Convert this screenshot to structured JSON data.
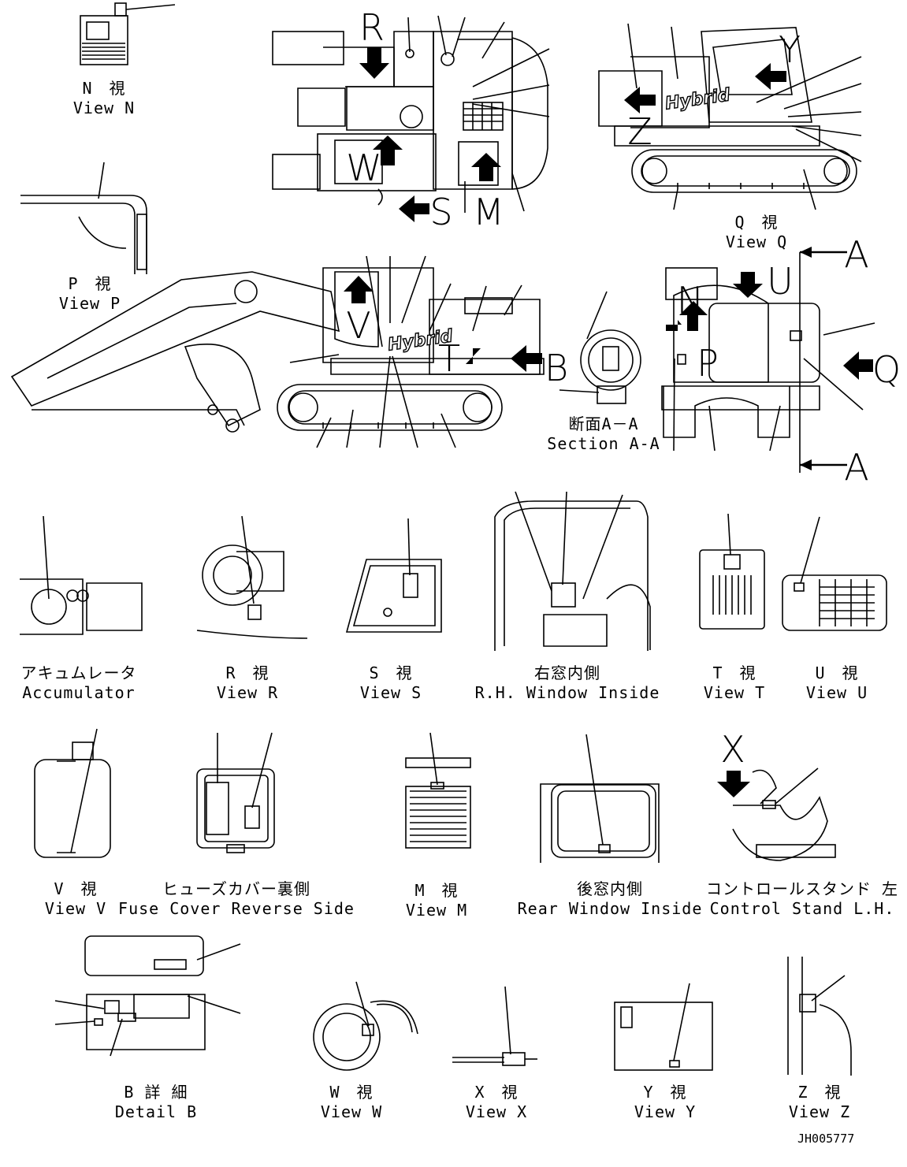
{
  "drawing": {
    "brand_text": "Hybrid",
    "doc_id": "JH005777"
  },
  "view_letters": {
    "R": "R",
    "S": "S",
    "M": "M",
    "W": "W",
    "Y": "Y",
    "Z": "Z",
    "V": "V",
    "T": "T",
    "B": "B",
    "N": "N",
    "P": "P",
    "U": "U",
    "Q": "Q",
    "A_top": "A",
    "A_bottom": "A",
    "X": "X"
  },
  "labels": {
    "view_n": {
      "jp": "N　視",
      "en": "View N"
    },
    "view_p": {
      "jp": "P　視",
      "en": "View P"
    },
    "view_q": {
      "jp": "Q　視",
      "en": "View Q"
    },
    "section_aa": {
      "jp": "断面A－A",
      "en": "Section A-A"
    },
    "accumulator": {
      "jp": "アキュムレータ",
      "en": "Accumulator"
    },
    "view_r": {
      "jp": "R　視",
      "en": "View R"
    },
    "view_s": {
      "jp": "S　視",
      "en": "View S"
    },
    "rh_window": {
      "jp": "右窓内側",
      "en": "R.H. Window Inside"
    },
    "view_t": {
      "jp": "T　視",
      "en": "View T"
    },
    "view_u": {
      "jp": "U　視",
      "en": "View U"
    },
    "view_v": {
      "jp": "V　視",
      "en": "View V"
    },
    "fuse_cover": {
      "jp": "ヒューズカバー裏側",
      "en": "Fuse Cover Reverse Side"
    },
    "view_m": {
      "jp": "M　視",
      "en": "View M"
    },
    "rear_window": {
      "jp": "後窓内側",
      "en": "Rear Window Inside"
    },
    "control_stand": {
      "jp": "コントロールスタンド 左",
      "en": "Control Stand L.H."
    },
    "detail_b": {
      "jp": "B 詳 細",
      "en": "Detail B"
    },
    "view_w": {
      "jp": "W　視",
      "en": "View W"
    },
    "view_x": {
      "jp": "X　視",
      "en": "View X"
    },
    "view_y": {
      "jp": "Y　視",
      "en": "View Y"
    },
    "view_z": {
      "jp": "Z　視",
      "en": "View Z"
    }
  }
}
